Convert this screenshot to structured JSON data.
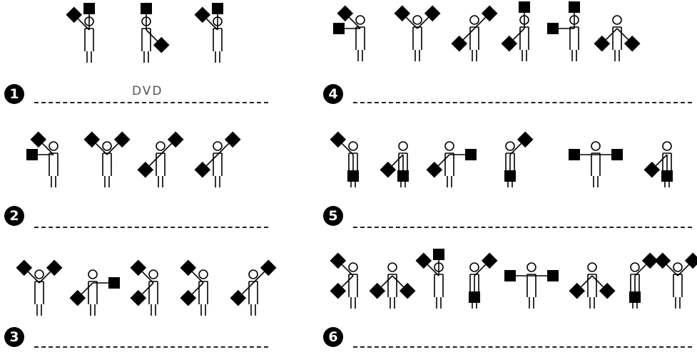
{
  "exercises": [
    {
      "number": "1",
      "answer": "DVD",
      "icon": "semaphore-flag-figure"
    },
    {
      "number": "2",
      "answer": "",
      "icon": "semaphore-flag-figure"
    },
    {
      "number": "3",
      "answer": "",
      "icon": "semaphore-flag-figure"
    },
    {
      "number": "4",
      "answer": "",
      "icon": "semaphore-flag-figure"
    },
    {
      "number": "5",
      "answer": "",
      "icon": "semaphore-flag-figure"
    },
    {
      "number": "6",
      "answer": "",
      "icon": "semaphore-flag-figure"
    }
  ],
  "colors": {
    "ink": "#000000",
    "line": "#222222",
    "answer": "#555555",
    "background": "#ffffff"
  }
}
